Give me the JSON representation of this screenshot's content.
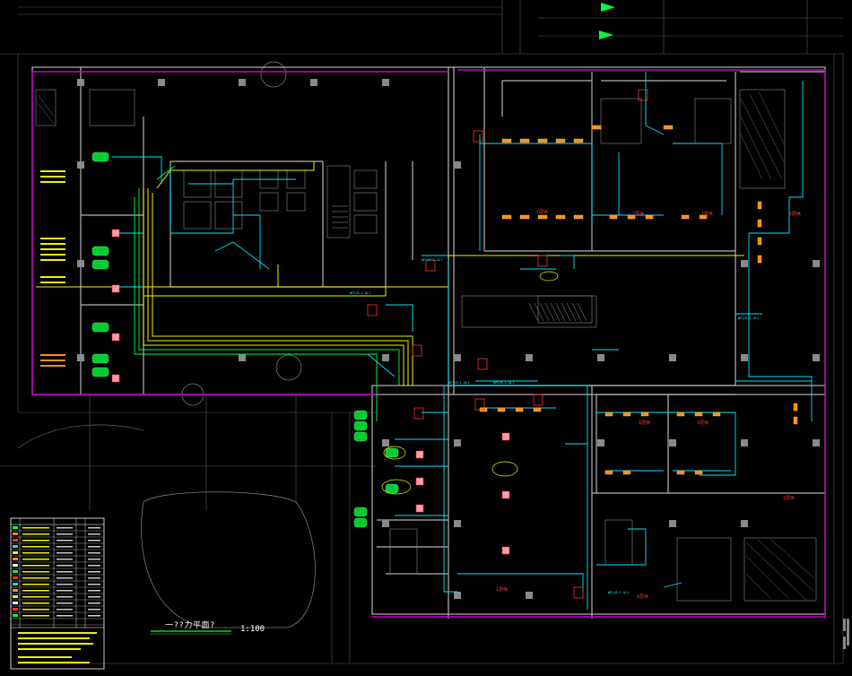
{
  "drawing": {
    "title": "一??力平面?",
    "scale": "1:100",
    "room_labels_red": [
      "1层休",
      "1层休",
      "1层休",
      "1层休",
      "1层休",
      "1层休",
      "1层休",
      "1层休",
      "1层休"
    ],
    "feeder_labels": [
      "WP1/B-1-AL1",
      "WP1/B-1-AL1",
      "WP1/B-1-AL1",
      "WP1/B-1-AL1",
      "WP1/B-1-AL1",
      "WP1/B-1-AL1"
    ]
  },
  "colors": {
    "background": "#000000",
    "wall": "#b4b4b4",
    "boundary": "#cc00cc",
    "cable_cyan": "#00e5ff",
    "cable_yellow": "#f2f200",
    "cable_green": "#00ff40",
    "panel_orange": "#ff8c1a",
    "fixture_red": "#ff3030",
    "legend_border": "#ffffff"
  }
}
